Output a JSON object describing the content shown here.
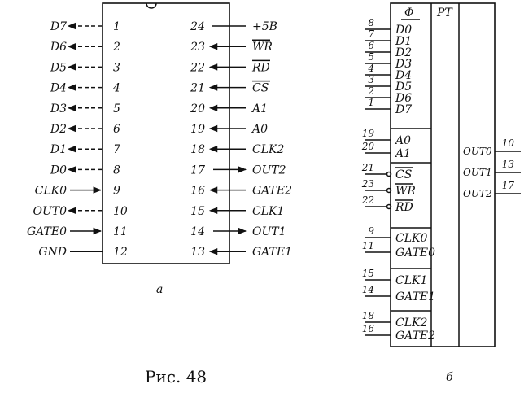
{
  "caption": "Рис. 48",
  "panel_a": {
    "label": "а",
    "left_pins": [
      {
        "num": "1",
        "signal": "D7"
      },
      {
        "num": "2",
        "signal": "D6"
      },
      {
        "num": "3",
        "signal": "D5"
      },
      {
        "num": "4",
        "signal": "D4"
      },
      {
        "num": "5",
        "signal": "D3"
      },
      {
        "num": "6",
        "signal": "D2"
      },
      {
        "num": "7",
        "signal": "D1"
      },
      {
        "num": "8",
        "signal": "D0"
      },
      {
        "num": "9",
        "signal": "CLK0"
      },
      {
        "num": "10",
        "signal": "OUT0"
      },
      {
        "num": "11",
        "signal": "GATE0"
      },
      {
        "num": "12",
        "signal": "GND"
      }
    ],
    "right_pins": [
      {
        "num": "24",
        "signal": "+5В"
      },
      {
        "num": "23",
        "signal": "WR"
      },
      {
        "num": "22",
        "signal": "RD"
      },
      {
        "num": "21",
        "signal": "CS"
      },
      {
        "num": "20",
        "signal": "A1"
      },
      {
        "num": "19",
        "signal": "A0"
      },
      {
        "num": "18",
        "signal": "CLK2"
      },
      {
        "num": "17",
        "signal": "OUT2"
      },
      {
        "num": "16",
        "signal": "GATE2"
      },
      {
        "num": "15",
        "signal": "CLK1"
      },
      {
        "num": "14",
        "signal": "OUT1"
      },
      {
        "num": "13",
        "signal": "GATE1"
      }
    ]
  },
  "panel_b": {
    "label": "б",
    "header_symbol": "Φ",
    "header_title": "PT",
    "data_pins": [
      {
        "num": "8",
        "signal": "D0"
      },
      {
        "num": "7",
        "signal": "D1"
      },
      {
        "num": "6",
        "signal": "D2"
      },
      {
        "num": "5",
        "signal": "D3"
      },
      {
        "num": "4",
        "signal": "D4"
      },
      {
        "num": "3",
        "signal": "D5"
      },
      {
        "num": "2",
        "signal": "D6"
      },
      {
        "num": "1",
        "signal": "D7"
      }
    ],
    "addr_pins": [
      {
        "num": "19",
        "signal": "A0"
      },
      {
        "num": "20",
        "signal": "A1"
      }
    ],
    "ctrl_pins": [
      {
        "num": "21",
        "signal": "CS"
      },
      {
        "num": "23",
        "signal": "WR"
      },
      {
        "num": "22",
        "signal": "RD"
      }
    ],
    "ch0_pins": [
      {
        "num": "9",
        "signal": "CLK0"
      },
      {
        "num": "11",
        "signal": "GATE0"
      }
    ],
    "ch1_pins": [
      {
        "num": "15",
        "signal": "CLK1"
      },
      {
        "num": "14",
        "signal": "GATE1"
      }
    ],
    "ch2_pins": [
      {
        "num": "18",
        "signal": "CLK2"
      },
      {
        "num": "16",
        "signal": "GATE2"
      }
    ],
    "out_pins": [
      {
        "num": "10",
        "signal": "OUT0"
      },
      {
        "num": "13",
        "signal": "OUT1"
      },
      {
        "num": "17",
        "signal": "OUT2"
      }
    ]
  }
}
